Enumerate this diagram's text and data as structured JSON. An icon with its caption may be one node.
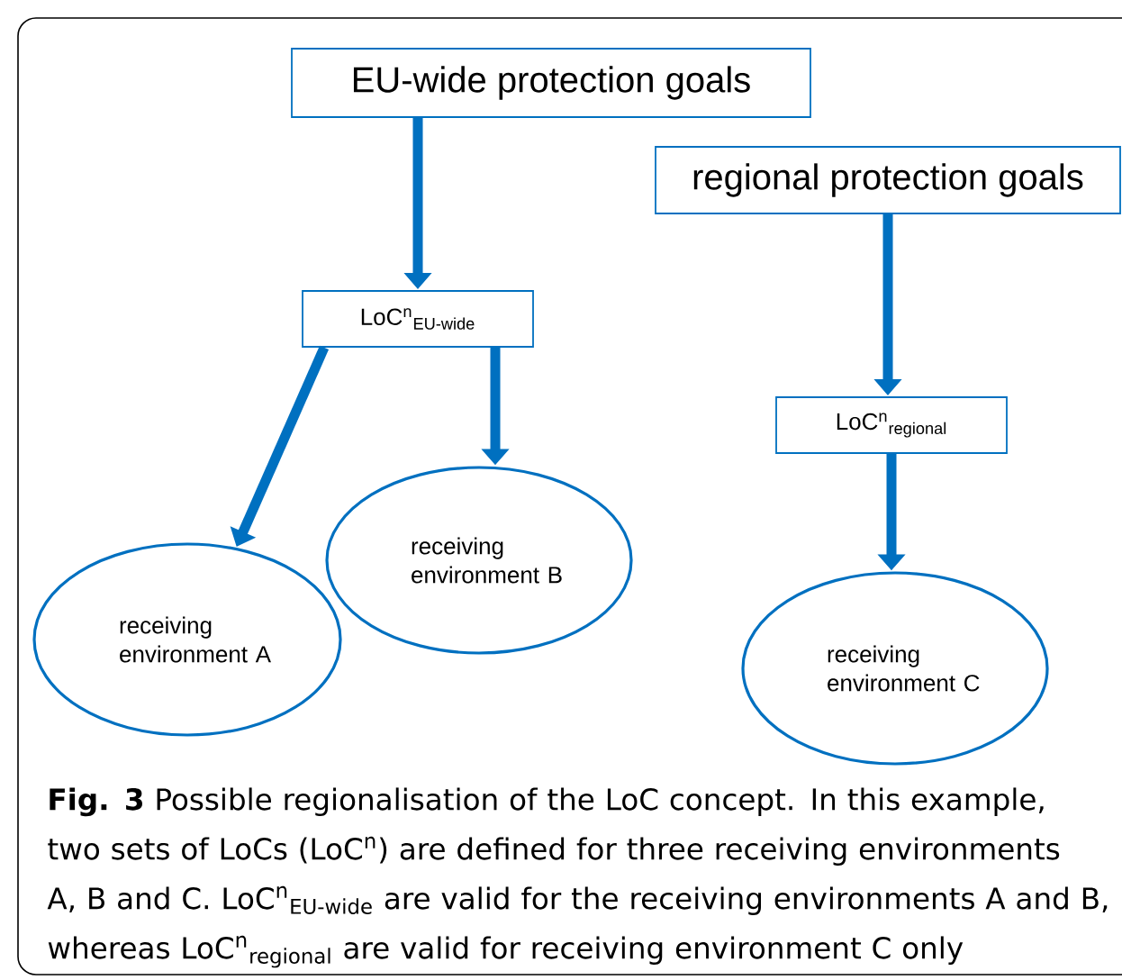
{
  "diagram": {
    "caption": "**Fig. 3** Possible regionalisation of the LoC concept. In this example, two sets of LoCs (LoC$^{n}$) are defined for three receiving environments A, B and C. LoC$^{n}$$_{EU-wide}$ are valid for the receiving environments A and B, whereas LoC$^{n}$$_{regional}$ are valid for receiving environment C only",
    "nodes": [
      {
        "text": [
          "EU-wide protection goals"
        ]
      },
      {
        "text": [
          "regional protection goals"
        ]
      },
      {
        "text": [
          "LoC$^{n}$$_{EU-wide}$"
        ]
      },
      {
        "text": [
          "LoC$^{n}$$_{regional}$"
        ]
      },
      {
        "text": [
          "receiving environment A"
        ]
      },
      {
        "text": [
          "receiving environment B"
        ]
      },
      {
        "text": [
          "receiving environment C"
        ]
      }
    ],
    "edges": [
      {
        "from": 0,
        "to": 2,
        "arrow": "to"
      },
      {
        "from": 2,
        "to": 4,
        "arrow": "to"
      },
      {
        "from": 2,
        "to": 5,
        "arrow": "to"
      },
      {
        "from": 1,
        "to": 3,
        "arrow": "to"
      },
      {
        "from": 3,
        "to": 6,
        "arrow": "to"
      }
    ]
  }
}
